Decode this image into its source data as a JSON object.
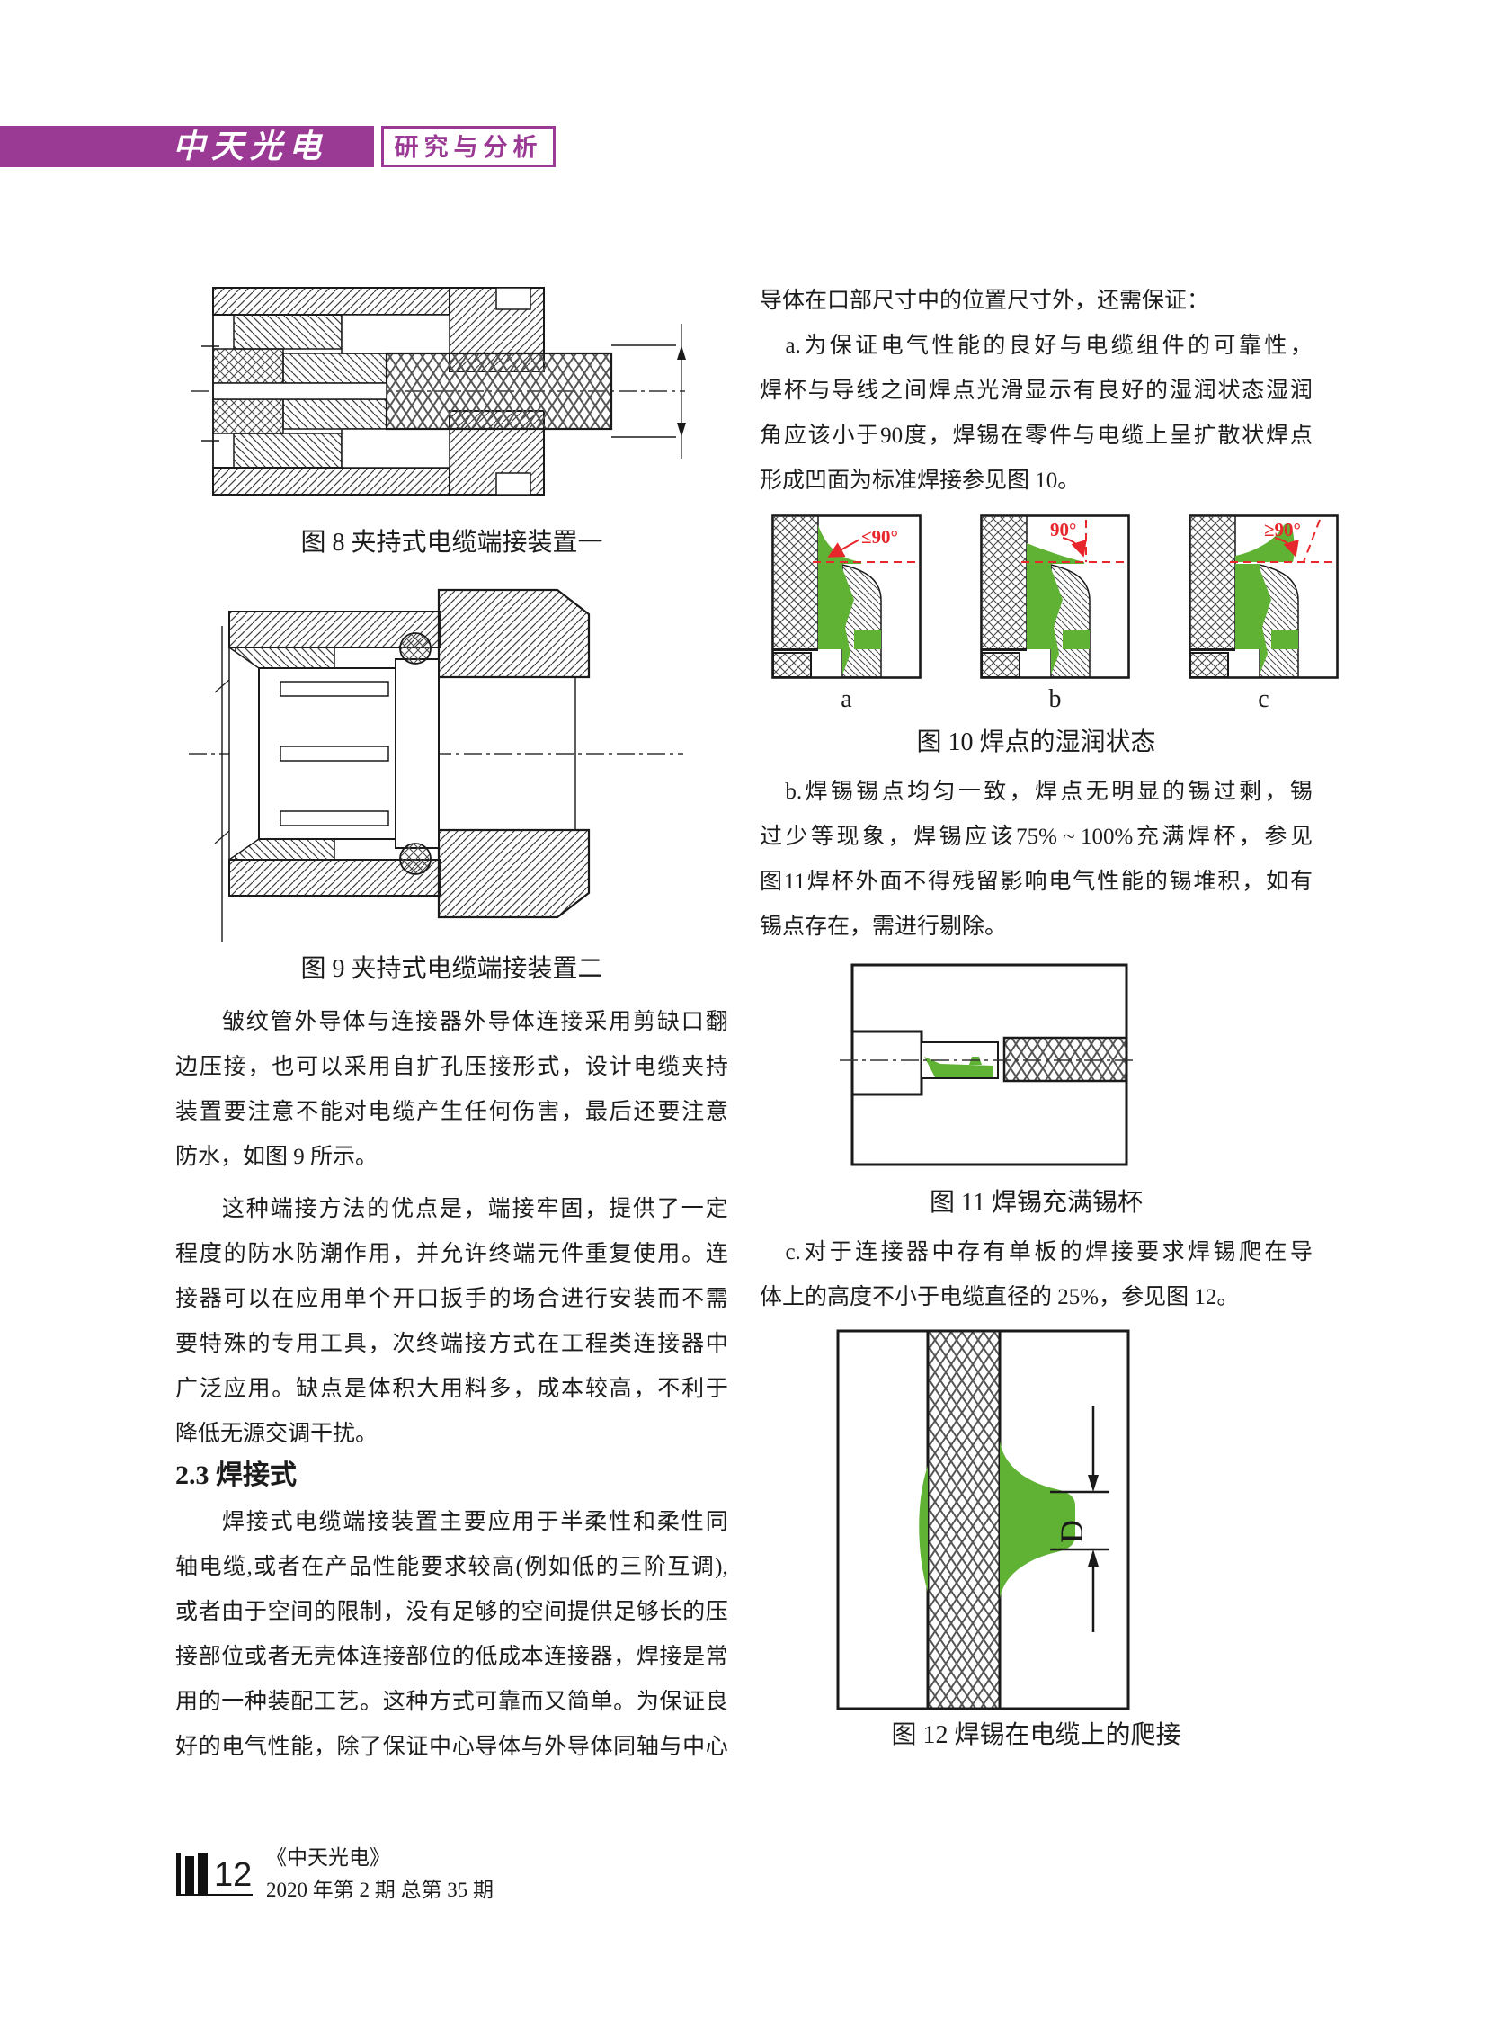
{
  "colors": {
    "purple": "#9b3a95",
    "green": "#5fb233",
    "red": "#e8272c"
  },
  "header": {
    "logo": "中天光电",
    "section": "研究与分析"
  },
  "left_column": {
    "figure8": {
      "caption": "图 8 夹持式电缆端接装置一"
    },
    "figure9": {
      "caption": "图 9 夹持式电缆端接装置二"
    },
    "para1": {
      "lines": [
        "皱纹管外导体与连接器外导体连接采用剪缺口翻",
        "边压接，也可以采用自扩孔压接形式，设计电缆夹持",
        "装置要注意不能对电缆产生任何伤害，最后还要注意",
        "防水，如图 9 所示。"
      ]
    },
    "para2": {
      "lines": [
        "这种端接方法的优点是，端接牢固，提供了一定",
        "程度的防水防潮作用，并允许终端元件重复使用。连",
        "接器可以在应用单个开口扳手的场合进行安装而不需",
        "要特殊的专用工具，次终端接方式在工程类连接器中",
        "广泛应用。缺点是体积大用料多，成本较高，不利于",
        "降低无源交调干扰。"
      ]
    },
    "heading": "2.3 焊接式",
    "para3": {
      "lines": [
        "焊接式电缆端接装置主要应用于半柔性和柔性同",
        "轴电缆,或者在产品性能要求较高(例如低的三阶互调),",
        "或者由于空间的限制，没有足够的空间提供足够长的压",
        "接部位或者无壳体连接部位的低成本连接器，焊接是常",
        "用的一种装配工艺。这种方式可靠而又简单。为保证良",
        "好的电气性能，除了保证中心导体与外导体同轴与中心"
      ]
    }
  },
  "right_column": {
    "intro": "导体在口部尺寸中的位置尺寸外，还需保证：",
    "para_a": {
      "lines": [
        "a. 为保证电气性能的良好与电缆组件的可靠性，",
        "焊杯与导线之间焊点光滑显示有良好的湿润状态湿润",
        "角应该小于 90 度，焊锡在零件与电缆上呈扩散状焊点",
        "形成凹面为标准焊接参见图 10。"
      ]
    },
    "figure10": {
      "annotations": [
        "≤90°",
        "90°",
        "≥90°"
      ],
      "labels": [
        "a",
        "b",
        "c"
      ],
      "caption": "图 10 焊点的湿润状态"
    },
    "para_b": {
      "lines": [
        "b. 焊锡锡点均匀一致，焊点无明显的锡过剩，锡",
        "过少等现象，焊锡应该 75% ~ 100% 充满焊杯，参见",
        "图 11 焊杯外面不得残留影响电气性能的锡堆积，如有",
        "锡点存在，需进行剔除。"
      ]
    },
    "figure11": {
      "caption": "图 11 焊锡充满锡杯"
    },
    "para_c": {
      "lines": [
        "c. 对于连接器中存有单板的焊接要求焊锡爬在导",
        "体上的高度不小于电缆直径的 25%，参见图 12。"
      ]
    },
    "figure12": {
      "dim_label": "D",
      "caption": "图 12 焊锡在电缆上的爬接"
    }
  },
  "footer": {
    "page_number": "12",
    "journal": "《中天光电》",
    "issue": "2020 年第 2 期 总第 35 期"
  }
}
